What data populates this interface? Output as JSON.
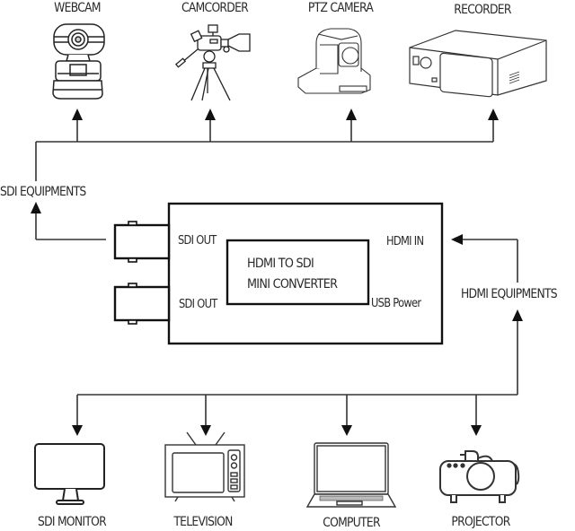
{
  "diagram": {
    "title": "HDMI to SDI Mini Converter connection diagram",
    "converter": {
      "name_line1": "HDMI TO SDI",
      "name_line2": "MINI CONVERTER",
      "ports": {
        "sdi_out_1": "SDI OUT",
        "sdi_out_2": "SDI OUT",
        "hdmi_in": "HDMI IN",
        "usb_power": "USB Power"
      }
    },
    "groups": {
      "sdi": "SDI EQUIPMENTS",
      "hdmi": "HDMI EQUIPMENTS"
    },
    "sdi_devices": [
      {
        "label": "WEBCAM",
        "icon": "webcam-icon"
      },
      {
        "label": "CAMCORDER",
        "icon": "camcorder-icon"
      },
      {
        "label": "PTZ CAMERA",
        "icon": "ptz-camera-icon"
      },
      {
        "label": "RECORDER",
        "icon": "recorder-icon"
      }
    ],
    "hdmi_devices": [
      {
        "label": "SDI MONITOR",
        "icon": "monitor-icon"
      },
      {
        "label": "TELEVISION",
        "icon": "television-icon"
      },
      {
        "label": "COMPUTER",
        "icon": "laptop-icon"
      },
      {
        "label": "PROJECTOR",
        "icon": "projector-icon"
      }
    ],
    "colors": {
      "line": "#2b2b2b",
      "background": "#ffffff"
    }
  }
}
